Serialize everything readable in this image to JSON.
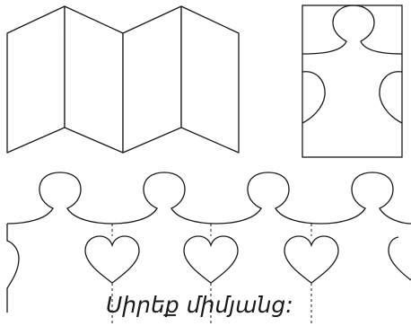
{
  "caption": "Սիրեք միմյանց:",
  "colors": {
    "stroke": "#1a1a1a",
    "background": "#ffffff"
  },
  "figures": {
    "folded_paper": {
      "panel_count": 4
    },
    "template_card": {
      "shape": "half-figure-with-half-heart"
    },
    "paper_chain": {
      "figure_count": 4,
      "heart_count": 4,
      "hearts_cut_off": 1
    }
  }
}
